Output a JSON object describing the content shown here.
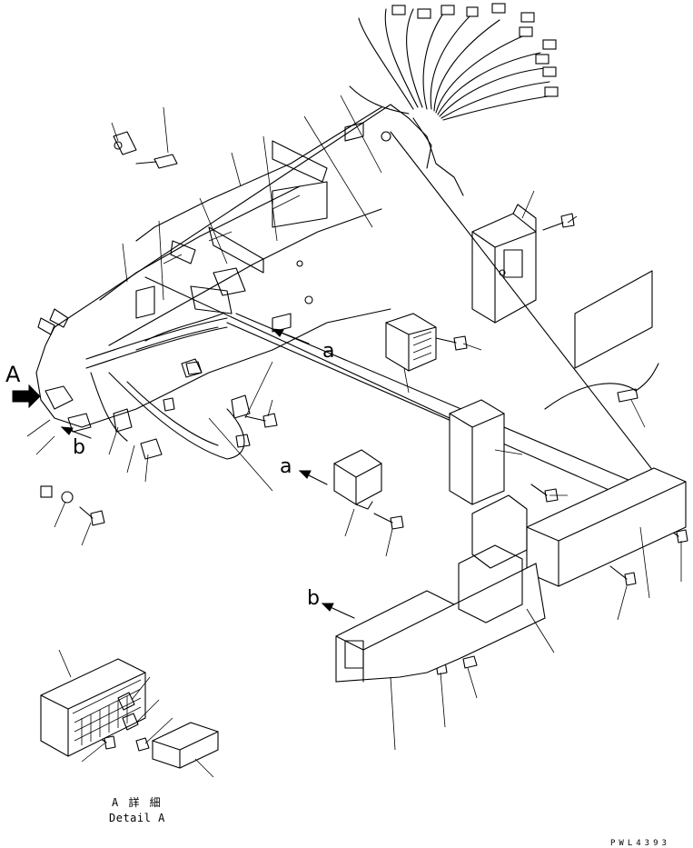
{
  "view_labels": {
    "A": "A",
    "a": "a",
    "b": "b"
  },
  "detail_caption": {
    "line1": "A 詳 細",
    "line2": "Detail A"
  },
  "drawing_code": "PWL4393"
}
